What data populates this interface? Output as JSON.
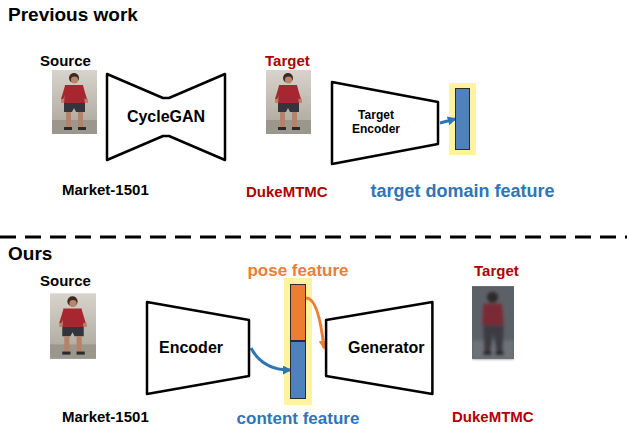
{
  "diagram": {
    "nodes": [
      {
        "text": [
          "Source",
          "Market-1501"
        ]
      },
      {
        "text": [
          "CycleGAN"
        ]
      },
      {
        "text": [
          "Target",
          "DukeMTMC"
        ]
      },
      {
        "text": [
          "Target Encoder"
        ]
      },
      {
        "text": [
          "target domain feature"
        ]
      },
      {
        "text": [
          "Source",
          "Market-1501"
        ]
      },
      {
        "text": [
          "Encoder"
        ]
      },
      {
        "text": [
          "pose feature"
        ]
      },
      {
        "text": [
          "content feature"
        ]
      },
      {
        "text": [
          "Generator"
        ]
      },
      {
        "text": [
          "Target",
          "DukeMTMC"
        ]
      }
    ],
    "edges": [
      {
        "from": 3,
        "to": 4,
        "arrow": "to"
      },
      {
        "from": 6,
        "to": 8,
        "arrow": "to"
      },
      {
        "from": 7,
        "to": 9,
        "arrow": "to"
      }
    ],
    "labels": [
      "Previous work",
      "Ours"
    ]
  }
}
